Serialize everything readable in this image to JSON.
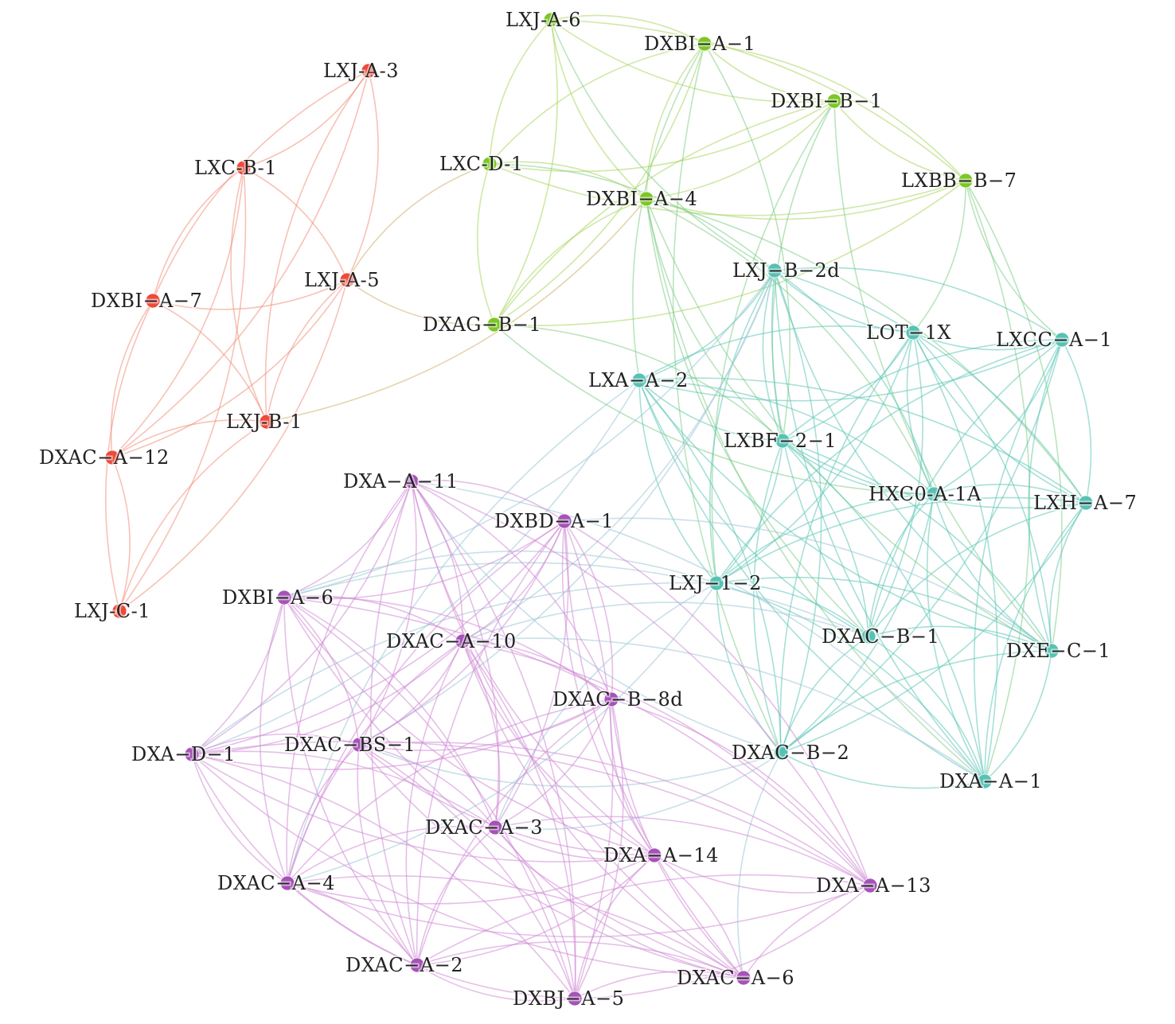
{
  "diagram": {
    "type": "network",
    "groups": [
      {
        "id": "red",
        "color": "#ee4a3a",
        "edge_color": "#f0907c"
      },
      {
        "id": "green",
        "color": "#7cc725",
        "edge_color": "#a8d65c"
      },
      {
        "id": "teal",
        "color": "#56c2b4",
        "edge_color": "#5cc6b6"
      },
      {
        "id": "purple",
        "color": "#a652b8",
        "edge_color": "#d08ad6"
      }
    ],
    "nodes": [
      {
        "id": "LXJ-A-3",
        "label": "LXJ-A-3",
        "group": "red"
      },
      {
        "id": "LXC-B-1",
        "label": "LXC-B-1",
        "group": "red"
      },
      {
        "id": "DXBI-A-7",
        "label": "DXBI−A−7",
        "group": "red"
      },
      {
        "id": "LXJ-A-5",
        "label": "LXJ-A-5",
        "group": "red"
      },
      {
        "id": "LXJ-B-1",
        "label": "LXJ-B-1",
        "group": "red"
      },
      {
        "id": "DXAC-A-12",
        "label": "DXAC−A−12",
        "group": "red"
      },
      {
        "id": "LXJ-C-1",
        "label": "LXJ-C-1",
        "group": "red"
      },
      {
        "id": "LXJ-A-6",
        "label": "LXJ-A-6",
        "group": "green"
      },
      {
        "id": "DXBI-A-1",
        "label": "DXBI−A−1",
        "group": "green"
      },
      {
        "id": "DXBI-B-1",
        "label": "DXBI−B−1",
        "group": "green"
      },
      {
        "id": "LXC-D-1",
        "label": "LXC-D-1",
        "group": "green"
      },
      {
        "id": "DXBI-A-4",
        "label": "DXBI−A−4",
        "group": "green"
      },
      {
        "id": "LXBB-B-7",
        "label": "LXBB−B−7",
        "group": "green"
      },
      {
        "id": "DXAG-B-1",
        "label": "DXAG−B−1",
        "group": "green"
      },
      {
        "id": "LXJ-B-2d",
        "label": "LXJ−B−2d",
        "group": "teal"
      },
      {
        "id": "LOT-1X",
        "label": "LOT−1X",
        "group": "teal"
      },
      {
        "id": "LXCC-A-1",
        "label": "LXCC−A−1",
        "group": "teal"
      },
      {
        "id": "LXA-A-2",
        "label": "LXA−A−2",
        "group": "teal"
      },
      {
        "id": "LXBF-2-1",
        "label": "LXBF−2−1",
        "group": "teal"
      },
      {
        "id": "HXC0-A-1A",
        "label": "HXC0-A-1A",
        "group": "teal"
      },
      {
        "id": "LXH-A-7",
        "label": "LXH−A−7",
        "group": "teal"
      },
      {
        "id": "LXJ-1-2",
        "label": "LXJ−1−2",
        "group": "teal"
      },
      {
        "id": "DXAC-B-1",
        "label": "DXAC−B−1",
        "group": "teal"
      },
      {
        "id": "DXE-C-1",
        "label": "DXE−C−1",
        "group": "teal"
      },
      {
        "id": "DXAC-B-2",
        "label": "DXAC−B−2",
        "group": "teal"
      },
      {
        "id": "DXA-A-1",
        "label": "DXA−A−1",
        "group": "teal"
      },
      {
        "id": "DXA-A-11",
        "label": "DXA−A−11",
        "group": "purple"
      },
      {
        "id": "DXBD-A-1",
        "label": "DXBD−A−1",
        "group": "purple"
      },
      {
        "id": "DXBI-A-6",
        "label": "DXBI−A−6",
        "group": "purple"
      },
      {
        "id": "DXAC-A-10",
        "label": "DXAC−A−10",
        "group": "purple"
      },
      {
        "id": "DXAC-B-8d",
        "label": "DXAC−B−8d",
        "group": "purple"
      },
      {
        "id": "DXA-D-1",
        "label": "DXA−D−1",
        "group": "purple"
      },
      {
        "id": "DXAC-BS-1",
        "label": "DXAC−BS−1",
        "group": "purple"
      },
      {
        "id": "DXAC-A-3",
        "label": "DXAC−A−3",
        "group": "purple"
      },
      {
        "id": "DXA-A-14",
        "label": "DXA−A−14",
        "group": "purple"
      },
      {
        "id": "DXAC-A-4",
        "label": "DXAC−A−4",
        "group": "purple"
      },
      {
        "id": "DXA-A-13",
        "label": "DXA−A−13",
        "group": "purple"
      },
      {
        "id": "DXAC-A-2",
        "label": "DXAC−A−2",
        "group": "purple"
      },
      {
        "id": "DXAC-A-6",
        "label": "DXAC−A−6",
        "group": "purple"
      },
      {
        "id": "DXBJ-A-5",
        "label": "DXBJ−A−5",
        "group": "purple"
      }
    ],
    "edges": [
      [
        "LXJ-A-3",
        "LXC-B-1"
      ],
      [
        "LXJ-A-3",
        "DXBI-A-7"
      ],
      [
        "LXJ-A-3",
        "DXAC-A-12"
      ],
      [
        "LXJ-A-3",
        "LXJ-B-1"
      ],
      [
        "LXJ-A-3",
        "LXJ-A-5"
      ],
      [
        "LXC-B-1",
        "DXBI-A-7"
      ],
      [
        "LXC-B-1",
        "LXJ-A-5"
      ],
      [
        "LXC-B-1",
        "LXJ-B-1"
      ],
      [
        "LXC-B-1",
        "DXAC-A-12"
      ],
      [
        "LXC-B-1",
        "LXJ-C-1"
      ],
      [
        "DXBI-A-7",
        "LXJ-A-5"
      ],
      [
        "DXBI-A-7",
        "LXJ-B-1"
      ],
      [
        "DXBI-A-7",
        "DXAC-A-12"
      ],
      [
        "DXBI-A-7",
        "LXJ-C-1"
      ],
      [
        "LXJ-A-5",
        "DXAC-A-12"
      ],
      [
        "LXJ-A-5",
        "LXJ-B-1"
      ],
      [
        "LXJ-A-5",
        "LXJ-C-1"
      ],
      [
        "LXJ-B-1",
        "DXAC-A-12"
      ],
      [
        "LXJ-B-1",
        "LXJ-C-1"
      ],
      [
        "DXAC-A-12",
        "LXJ-C-1"
      ],
      [
        "LXJ-A-5",
        "DXAG-B-1"
      ],
      [
        "LXJ-A-5",
        "LXC-D-1"
      ],
      [
        "LXJ-B-1",
        "DXBI-A-4"
      ],
      [
        "LXJ-A-6",
        "DXBI-A-1"
      ],
      [
        "LXJ-A-6",
        "DXBI-B-1"
      ],
      [
        "LXJ-A-6",
        "LXC-D-1"
      ],
      [
        "LXJ-A-6",
        "DXBI-A-4"
      ],
      [
        "LXJ-A-6",
        "LXBB-B-7"
      ],
      [
        "LXJ-A-6",
        "DXAG-B-1"
      ],
      [
        "DXBI-A-1",
        "DXBI-B-1"
      ],
      [
        "DXBI-A-1",
        "LXC-D-1"
      ],
      [
        "DXBI-A-1",
        "DXBI-A-4"
      ],
      [
        "DXBI-A-1",
        "LXBB-B-7"
      ],
      [
        "DXBI-A-1",
        "DXAG-B-1"
      ],
      [
        "DXBI-B-1",
        "LXC-D-1"
      ],
      [
        "DXBI-B-1",
        "DXBI-A-4"
      ],
      [
        "DXBI-B-1",
        "LXBB-B-7"
      ],
      [
        "DXBI-B-1",
        "DXAG-B-1"
      ],
      [
        "LXC-D-1",
        "DXBI-A-4"
      ],
      [
        "LXC-D-1",
        "LXBB-B-7"
      ],
      [
        "LXC-D-1",
        "DXAG-B-1"
      ],
      [
        "DXBI-A-4",
        "LXBB-B-7"
      ],
      [
        "DXBI-A-4",
        "DXAG-B-1"
      ],
      [
        "LXBB-B-7",
        "DXAG-B-1"
      ],
      [
        "DXBI-A-4",
        "LXBF-2-1"
      ],
      [
        "DXBI-A-4",
        "HXC0-A-1A"
      ],
      [
        "DXBI-A-4",
        "DXAC-B-1"
      ],
      [
        "DXBI-A-4",
        "LXH-A-7"
      ],
      [
        "DXBI-A-4",
        "DXE-C-1"
      ],
      [
        "DXBI-A-4",
        "DXA-A-1"
      ],
      [
        "DXBI-A-1",
        "LXBF-2-1"
      ],
      [
        "DXBI-A-1",
        "DXAC-B-2"
      ],
      [
        "DXBI-A-1",
        "LXA-A-2"
      ],
      [
        "DXBI-B-1",
        "LXBF-2-1"
      ],
      [
        "DXBI-B-1",
        "LXJ-1-2"
      ],
      [
        "DXBI-B-1",
        "DXE-C-1"
      ],
      [
        "LXBB-B-7",
        "LXCC-A-1"
      ],
      [
        "LXBB-B-7",
        "DXE-C-1"
      ],
      [
        "LXBB-B-7",
        "LOT-1X"
      ],
      [
        "LXBB-B-7",
        "DXA-A-1"
      ],
      [
        "LXJ-A-6",
        "LXJ-B-2d"
      ],
      [
        "DXAG-B-1",
        "LXBF-2-1"
      ],
      [
        "DXAG-B-1",
        "HXC0-A-1A"
      ],
      [
        "LXC-D-1",
        "LXJ-B-2d"
      ],
      [
        "LXJ-B-2d",
        "LOT-1X"
      ],
      [
        "LXJ-B-2d",
        "LXCC-A-1"
      ],
      [
        "LXJ-B-2d",
        "LXA-A-2"
      ],
      [
        "LXJ-B-2d",
        "LXBF-2-1"
      ],
      [
        "LXJ-B-2d",
        "HXC0-A-1A"
      ],
      [
        "LXJ-B-2d",
        "LXH-A-7"
      ],
      [
        "LXJ-B-2d",
        "LXJ-1-2"
      ],
      [
        "LXJ-B-2d",
        "DXAC-B-1"
      ],
      [
        "LXJ-B-2d",
        "DXE-C-1"
      ],
      [
        "LXJ-B-2d",
        "DXAC-B-2"
      ],
      [
        "LXJ-B-2d",
        "DXA-A-1"
      ],
      [
        "LOT-1X",
        "LXCC-A-1"
      ],
      [
        "LOT-1X",
        "LXA-A-2"
      ],
      [
        "LOT-1X",
        "LXBF-2-1"
      ],
      [
        "LOT-1X",
        "HXC0-A-1A"
      ],
      [
        "LOT-1X",
        "LXH-A-7"
      ],
      [
        "LOT-1X",
        "LXJ-1-2"
      ],
      [
        "LOT-1X",
        "DXAC-B-1"
      ],
      [
        "LOT-1X",
        "DXE-C-1"
      ],
      [
        "LOT-1X",
        "DXAC-B-2"
      ],
      [
        "LOT-1X",
        "DXA-A-1"
      ],
      [
        "LXCC-A-1",
        "LXA-A-2"
      ],
      [
        "LXCC-A-1",
        "LXBF-2-1"
      ],
      [
        "LXCC-A-1",
        "HXC0-A-1A"
      ],
      [
        "LXCC-A-1",
        "LXH-A-7"
      ],
      [
        "LXCC-A-1",
        "LXJ-1-2"
      ],
      [
        "LXCC-A-1",
        "DXAC-B-1"
      ],
      [
        "LXCC-A-1",
        "DXE-C-1"
      ],
      [
        "LXCC-A-1",
        "DXAC-B-2"
      ],
      [
        "LXCC-A-1",
        "DXA-A-1"
      ],
      [
        "LXA-A-2",
        "LXBF-2-1"
      ],
      [
        "LXA-A-2",
        "HXC0-A-1A"
      ],
      [
        "LXA-A-2",
        "LXH-A-7"
      ],
      [
        "LXA-A-2",
        "LXJ-1-2"
      ],
      [
        "LXA-A-2",
        "DXAC-B-1"
      ],
      [
        "LXA-A-2",
        "DXE-C-1"
      ],
      [
        "LXA-A-2",
        "DXAC-B-2"
      ],
      [
        "LXA-A-2",
        "DXA-A-1"
      ],
      [
        "LXBF-2-1",
        "HXC0-A-1A"
      ],
      [
        "LXBF-2-1",
        "LXH-A-7"
      ],
      [
        "LXBF-2-1",
        "LXJ-1-2"
      ],
      [
        "LXBF-2-1",
        "DXAC-B-1"
      ],
      [
        "LXBF-2-1",
        "DXE-C-1"
      ],
      [
        "LXBF-2-1",
        "DXAC-B-2"
      ],
      [
        "LXBF-2-1",
        "DXA-A-1"
      ],
      [
        "HXC0-A-1A",
        "LXH-A-7"
      ],
      [
        "HXC0-A-1A",
        "LXJ-1-2"
      ],
      [
        "HXC0-A-1A",
        "DXAC-B-1"
      ],
      [
        "HXC0-A-1A",
        "DXE-C-1"
      ],
      [
        "HXC0-A-1A",
        "DXAC-B-2"
      ],
      [
        "HXC0-A-1A",
        "DXA-A-1"
      ],
      [
        "LXH-A-7",
        "LXJ-1-2"
      ],
      [
        "LXH-A-7",
        "DXAC-B-1"
      ],
      [
        "LXH-A-7",
        "DXE-C-1"
      ],
      [
        "LXH-A-7",
        "DXAC-B-2"
      ],
      [
        "LXH-A-7",
        "DXA-A-1"
      ],
      [
        "LXJ-1-2",
        "DXAC-B-1"
      ],
      [
        "LXJ-1-2",
        "DXE-C-1"
      ],
      [
        "LXJ-1-2",
        "DXAC-B-2"
      ],
      [
        "LXJ-1-2",
        "DXA-A-1"
      ],
      [
        "DXAC-B-1",
        "DXE-C-1"
      ],
      [
        "DXAC-B-1",
        "DXAC-B-2"
      ],
      [
        "DXAC-B-1",
        "DXA-A-1"
      ],
      [
        "DXE-C-1",
        "DXAC-B-2"
      ],
      [
        "DXE-C-1",
        "DXA-A-1"
      ],
      [
        "DXAC-B-2",
        "DXA-A-1"
      ],
      [
        "LXJ-B-2d",
        "DXBI-A-6"
      ],
      [
        "LXJ-B-2d",
        "DXAC-A-10"
      ],
      [
        "LXJ-B-2d",
        "DXAC-BS-1"
      ],
      [
        "LXA-A-2",
        "DXA-D-1"
      ],
      [
        "LXA-A-2",
        "DXAC-A-4"
      ],
      [
        "LXJ-1-2",
        "DXBI-A-6"
      ],
      [
        "LXJ-1-2",
        "DXA-D-1"
      ],
      [
        "LXJ-1-2",
        "DXAC-A-3"
      ],
      [
        "LXJ-1-2",
        "DXAC-A-4"
      ],
      [
        "DXAC-B-2",
        "DXAC-BS-1"
      ],
      [
        "DXAC-B-2",
        "DXAC-A-3"
      ],
      [
        "DXAC-B-2",
        "DXA-A-11"
      ],
      [
        "DXAC-B-2",
        "DXAC-A-6"
      ],
      [
        "DXA-A-1",
        "DXAC-A-10"
      ],
      [
        "DXA-A-1",
        "DXA-A-11"
      ],
      [
        "DXAC-B-1",
        "DXAC-A-10"
      ],
      [
        "DXAC-B-1",
        "DXBI-A-6"
      ],
      [
        "DXE-C-1",
        "DXBD-A-1"
      ],
      [
        "DXA-A-11",
        "DXBD-A-1"
      ],
      [
        "DXA-A-11",
        "DXBI-A-6"
      ],
      [
        "DXA-A-11",
        "DXAC-A-10"
      ],
      [
        "DXA-A-11",
        "DXAC-B-8d"
      ],
      [
        "DXA-A-11",
        "DXA-D-1"
      ],
      [
        "DXA-A-11",
        "DXAC-BS-1"
      ],
      [
        "DXA-A-11",
        "DXAC-A-3"
      ],
      [
        "DXA-A-11",
        "DXA-A-14"
      ],
      [
        "DXA-A-11",
        "DXAC-A-4"
      ],
      [
        "DXA-A-11",
        "DXA-A-13"
      ],
      [
        "DXA-A-11",
        "DXAC-A-2"
      ],
      [
        "DXA-A-11",
        "DXAC-A-6"
      ],
      [
        "DXA-A-11",
        "DXBJ-A-5"
      ],
      [
        "DXBD-A-1",
        "DXBI-A-6"
      ],
      [
        "DXBD-A-1",
        "DXAC-A-10"
      ],
      [
        "DXBD-A-1",
        "DXAC-B-8d"
      ],
      [
        "DXBD-A-1",
        "DXA-D-1"
      ],
      [
        "DXBD-A-1",
        "DXAC-BS-1"
      ],
      [
        "DXBD-A-1",
        "DXAC-A-3"
      ],
      [
        "DXBD-A-1",
        "DXA-A-14"
      ],
      [
        "DXBD-A-1",
        "DXAC-A-4"
      ],
      [
        "DXBD-A-1",
        "DXA-A-13"
      ],
      [
        "DXBD-A-1",
        "DXAC-A-2"
      ],
      [
        "DXBD-A-1",
        "DXAC-A-6"
      ],
      [
        "DXBD-A-1",
        "DXBJ-A-5"
      ],
      [
        "DXBI-A-6",
        "DXAC-A-10"
      ],
      [
        "DXBI-A-6",
        "DXAC-B-8d"
      ],
      [
        "DXBI-A-6",
        "DXA-D-1"
      ],
      [
        "DXBI-A-6",
        "DXAC-BS-1"
      ],
      [
        "DXBI-A-6",
        "DXAC-A-3"
      ],
      [
        "DXBI-A-6",
        "DXA-A-14"
      ],
      [
        "DXBI-A-6",
        "DXAC-A-4"
      ],
      [
        "DXBI-A-6",
        "DXA-A-13"
      ],
      [
        "DXBI-A-6",
        "DXAC-A-2"
      ],
      [
        "DXBI-A-6",
        "DXAC-A-6"
      ],
      [
        "DXBI-A-6",
        "DXBJ-A-5"
      ],
      [
        "DXAC-A-10",
        "DXAC-B-8d"
      ],
      [
        "DXAC-A-10",
        "DXA-D-1"
      ],
      [
        "DXAC-A-10",
        "DXAC-BS-1"
      ],
      [
        "DXAC-A-10",
        "DXAC-A-3"
      ],
      [
        "DXAC-A-10",
        "DXA-A-14"
      ],
      [
        "DXAC-A-10",
        "DXAC-A-4"
      ],
      [
        "DXAC-A-10",
        "DXA-A-13"
      ],
      [
        "DXAC-A-10",
        "DXAC-A-2"
      ],
      [
        "DXAC-A-10",
        "DXAC-A-6"
      ],
      [
        "DXAC-A-10",
        "DXBJ-A-5"
      ],
      [
        "DXAC-B-8d",
        "DXA-D-1"
      ],
      [
        "DXAC-B-8d",
        "DXAC-BS-1"
      ],
      [
        "DXAC-B-8d",
        "DXAC-A-3"
      ],
      [
        "DXAC-B-8d",
        "DXA-A-14"
      ],
      [
        "DXAC-B-8d",
        "DXAC-A-4"
      ],
      [
        "DXAC-B-8d",
        "DXA-A-13"
      ],
      [
        "DXAC-B-8d",
        "DXAC-A-2"
      ],
      [
        "DXAC-B-8d",
        "DXAC-A-6"
      ],
      [
        "DXAC-B-8d",
        "DXBJ-A-5"
      ],
      [
        "DXA-D-1",
        "DXAC-BS-1"
      ],
      [
        "DXA-D-1",
        "DXAC-A-3"
      ],
      [
        "DXA-D-1",
        "DXA-A-14"
      ],
      [
        "DXA-D-1",
        "DXAC-A-4"
      ],
      [
        "DXA-D-1",
        "DXA-A-13"
      ],
      [
        "DXA-D-1",
        "DXAC-A-2"
      ],
      [
        "DXA-D-1",
        "DXAC-A-6"
      ],
      [
        "DXA-D-1",
        "DXBJ-A-5"
      ],
      [
        "DXAC-BS-1",
        "DXAC-A-3"
      ],
      [
        "DXAC-BS-1",
        "DXA-A-14"
      ],
      [
        "DXAC-BS-1",
        "DXAC-A-4"
      ],
      [
        "DXAC-BS-1",
        "DXA-A-13"
      ],
      [
        "DXAC-BS-1",
        "DXAC-A-2"
      ],
      [
        "DXAC-BS-1",
        "DXAC-A-6"
      ],
      [
        "DXAC-BS-1",
        "DXBJ-A-5"
      ],
      [
        "DXAC-A-3",
        "DXA-A-14"
      ],
      [
        "DXAC-A-3",
        "DXAC-A-4"
      ],
      [
        "DXAC-A-3",
        "DXA-A-13"
      ],
      [
        "DXAC-A-3",
        "DXAC-A-2"
      ],
      [
        "DXAC-A-3",
        "DXAC-A-6"
      ],
      [
        "DXAC-A-3",
        "DXBJ-A-5"
      ],
      [
        "DXA-A-14",
        "DXAC-A-4"
      ],
      [
        "DXA-A-14",
        "DXA-A-13"
      ],
      [
        "DXA-A-14",
        "DXAC-A-2"
      ],
      [
        "DXA-A-14",
        "DXAC-A-6"
      ],
      [
        "DXA-A-14",
        "DXBJ-A-5"
      ],
      [
        "DXAC-A-4",
        "DXA-A-13"
      ],
      [
        "DXAC-A-4",
        "DXAC-A-2"
      ],
      [
        "DXAC-A-4",
        "DXAC-A-6"
      ],
      [
        "DXAC-A-4",
        "DXBJ-A-5"
      ],
      [
        "DXA-A-13",
        "DXAC-A-2"
      ],
      [
        "DXA-A-13",
        "DXAC-A-6"
      ],
      [
        "DXA-A-13",
        "DXBJ-A-5"
      ],
      [
        "DXAC-A-2",
        "DXAC-A-6"
      ],
      [
        "DXAC-A-2",
        "DXBJ-A-5"
      ],
      [
        "DXAC-A-6",
        "DXBJ-A-5"
      ]
    ]
  }
}
